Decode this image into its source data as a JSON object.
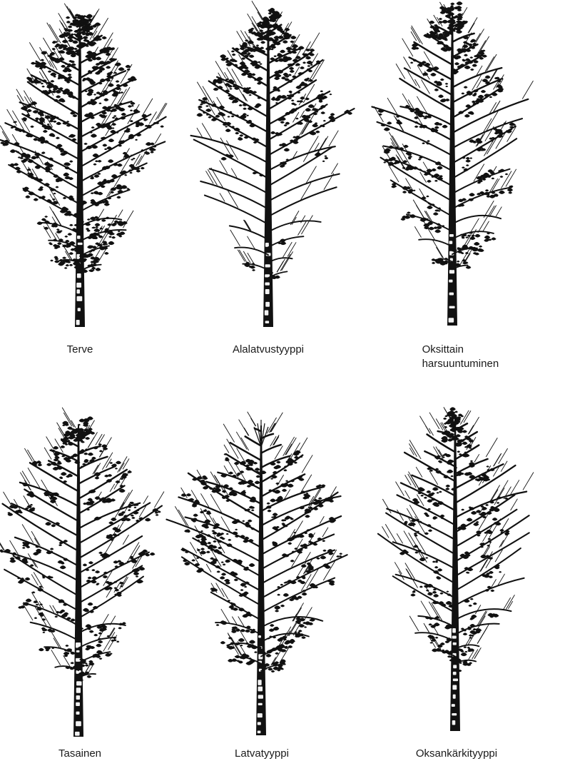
{
  "trees": [
    {
      "id": "terve",
      "caption": [
        "Terve"
      ],
      "crown": "full",
      "canopy": "healthy-canopy"
    },
    {
      "id": "alalatvus",
      "caption": [
        "Alalatvustyyppi"
      ],
      "crown": "lower-bare",
      "canopy": "lower-crown-thinning"
    },
    {
      "id": "oksittain",
      "caption": [
        "Oksittain",
        "harsuuntuminen"
      ],
      "crown": "patchy",
      "canopy": "branchwise-thinning"
    },
    {
      "id": "tasainen",
      "caption": [
        "Tasainen"
      ],
      "crown": "even",
      "canopy": "even-thinning"
    },
    {
      "id": "latva",
      "caption": [
        "Latvatyyppi"
      ],
      "crown": "top-bare",
      "canopy": "top-thinning"
    },
    {
      "id": "oksankarki",
      "caption": [
        "Oksankärkityyppi"
      ],
      "crown": "tips-bare",
      "canopy": "branch-tip-thinning"
    }
  ],
  "colors": {
    "ink": "#111111",
    "paper": "#ffffff",
    "bark": "#f2f2f2"
  }
}
